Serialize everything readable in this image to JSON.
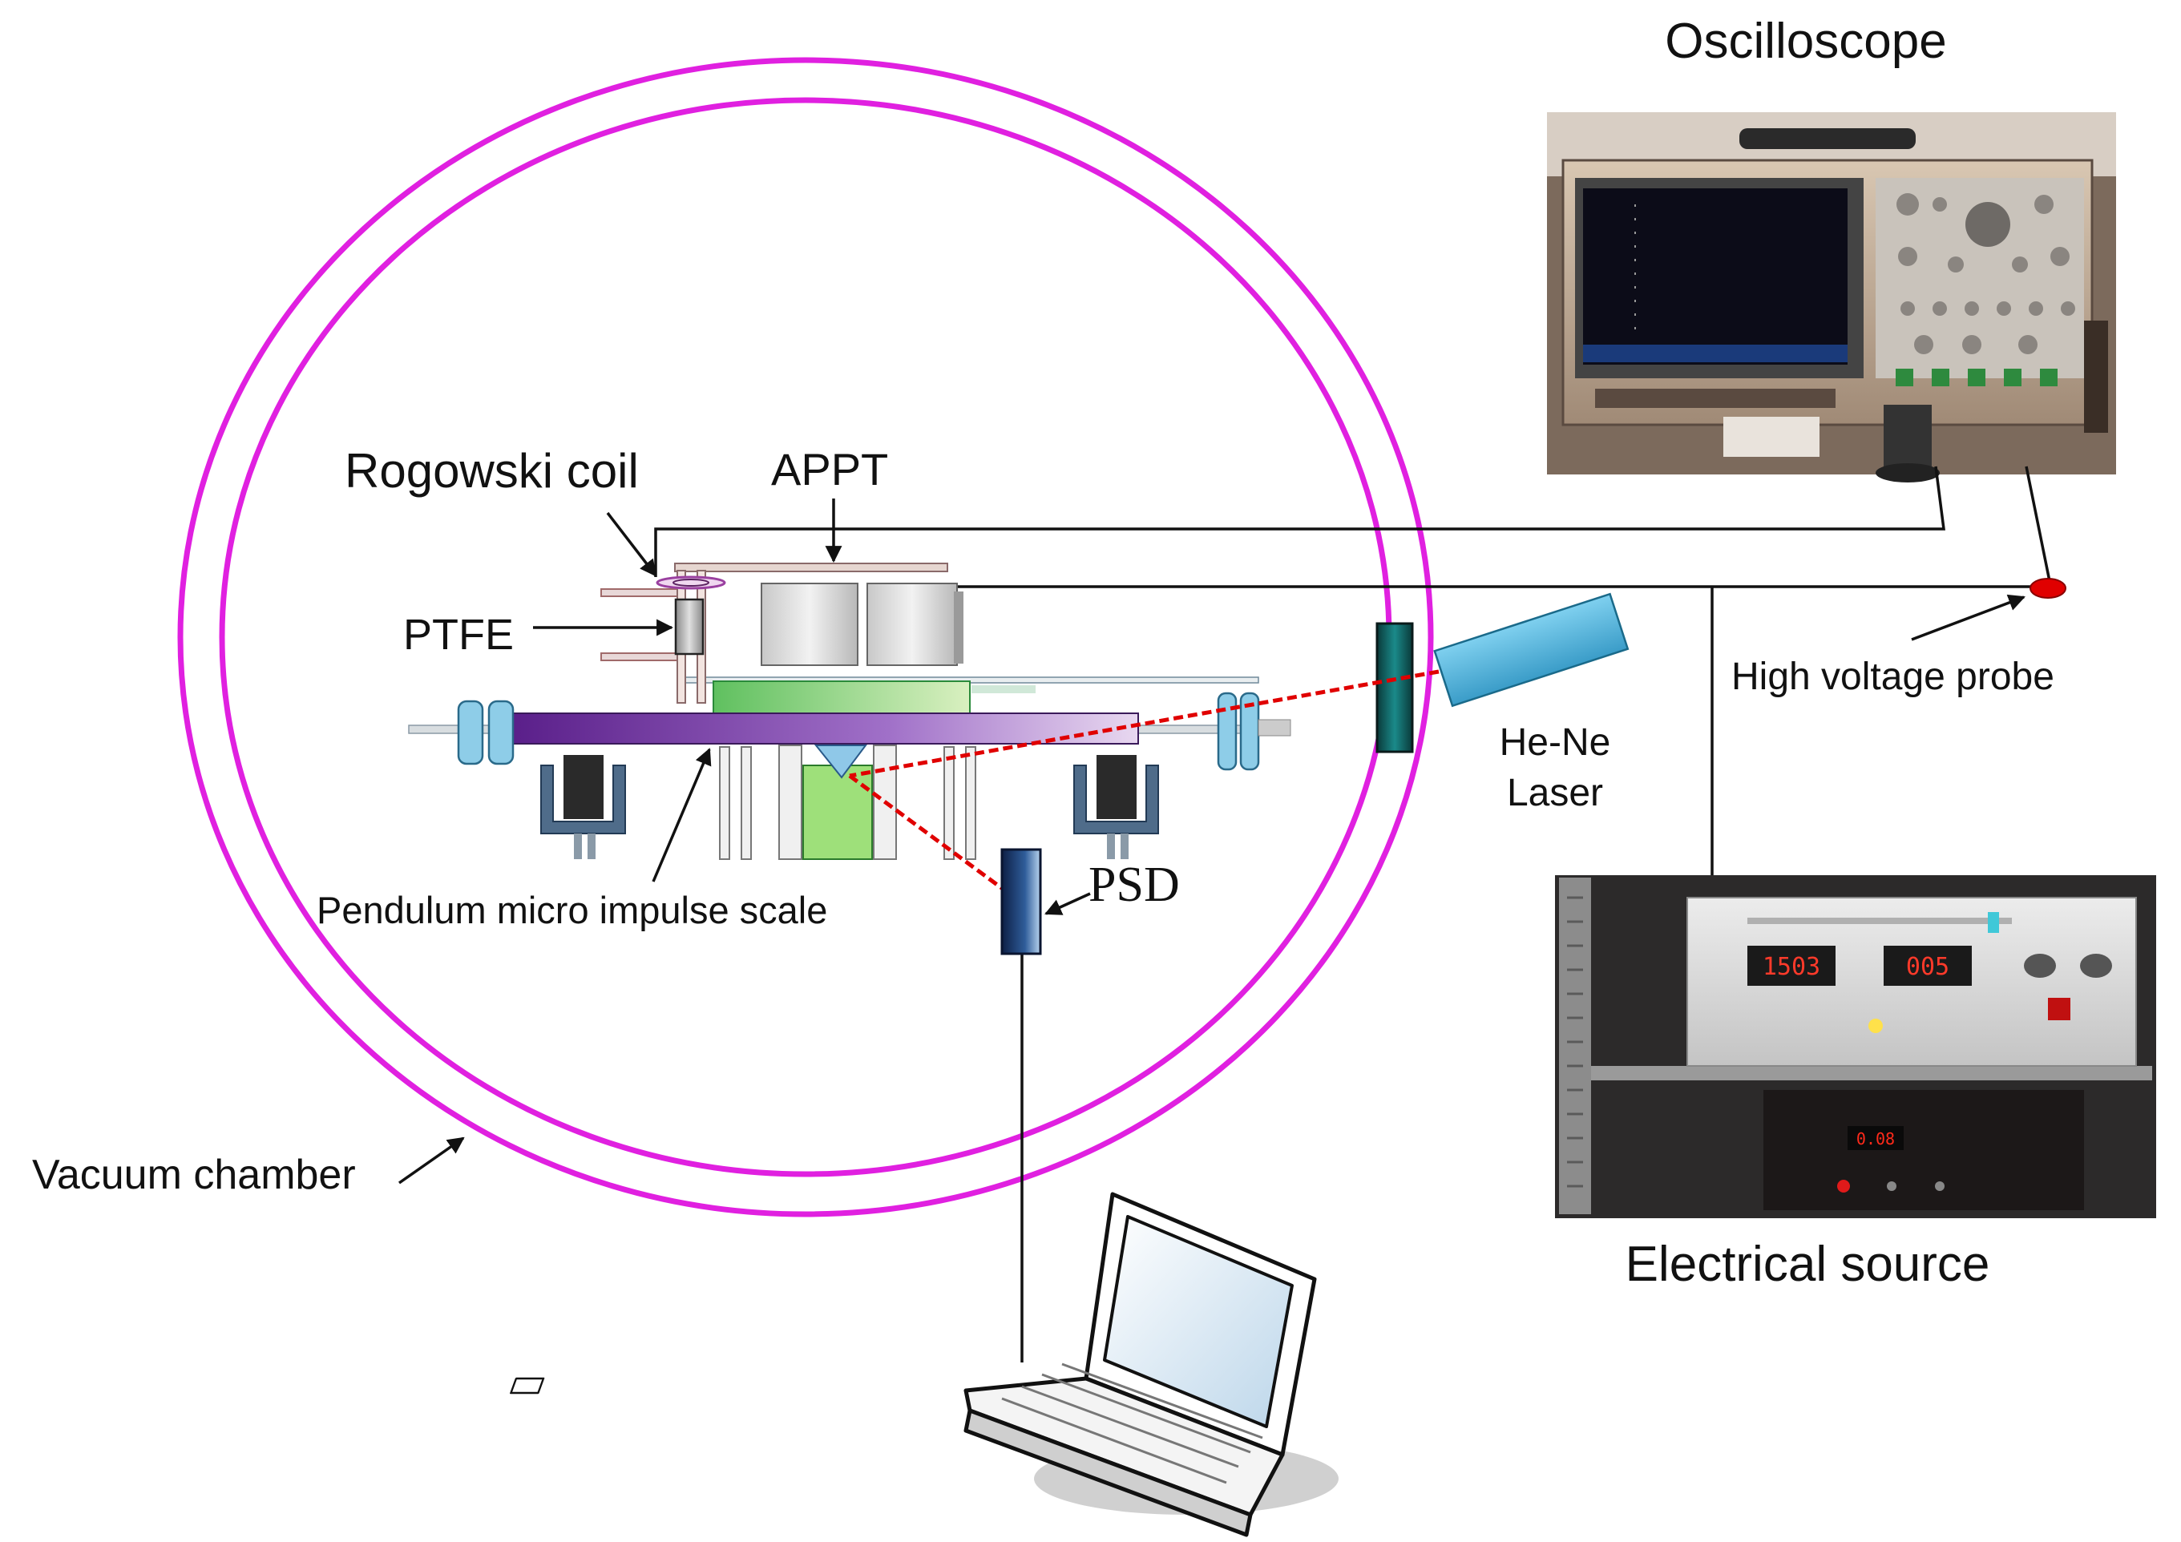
{
  "labels": {
    "oscilloscope": "Oscilloscope",
    "rogowski_coil": "Rogowski coil",
    "appt": "APPT",
    "ptfe": "PTFE",
    "high_voltage_probe": "High voltage probe",
    "laser_line1": "He-Ne",
    "laser_line2": "Laser",
    "pendulum_scale": "Pendulum micro impulse scale",
    "psd": "PSD",
    "vacuum_chamber": "Vacuum chamber",
    "electrical_source": "Electrical source"
  },
  "source_display": {
    "left_readout": "1503",
    "right_readout": "005",
    "lower_readout": "0.08"
  },
  "colors": {
    "vacuum_chamber": "#e020e0",
    "laser_beam": "#e00000",
    "probe_tip": "#e00000",
    "pendulum_bar": "#8040b0",
    "laser_body": "#4fb3d9",
    "psd_body": "#1e3a6a"
  },
  "icons": {
    "laptop": "laptop-icon"
  }
}
